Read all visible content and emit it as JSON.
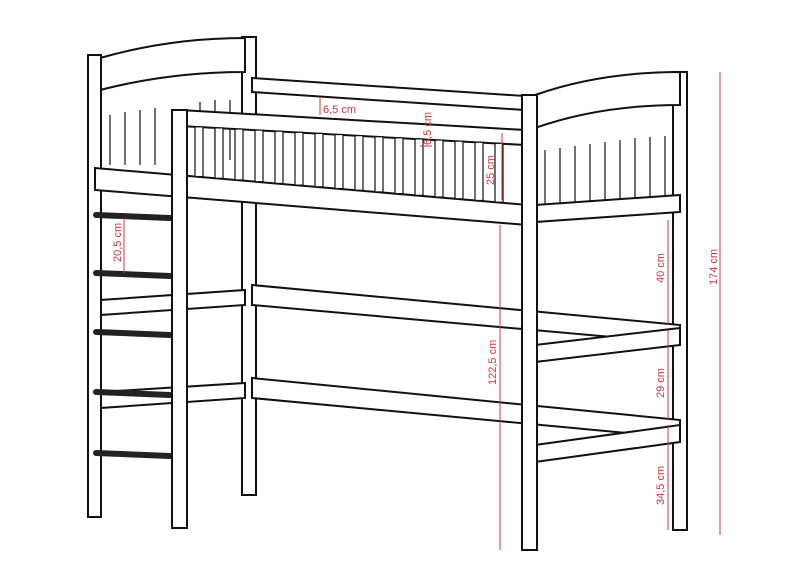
{
  "dimension_color": "#e0303c",
  "dimensions": {
    "rail_gap": "6,5 cm",
    "slat_gap": "6,5 cm",
    "rail_height": "25 cm",
    "ladder_step": "20,5 cm",
    "clearance_under_bed": "122,5 cm",
    "upper_lower_rail_gap": "40 cm",
    "lower_rails_gap": "29 cm",
    "bottom_rail_height": "34,5 cm",
    "total_height": "174 cm"
  }
}
